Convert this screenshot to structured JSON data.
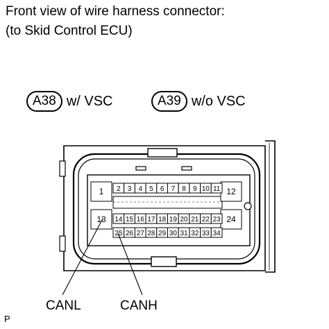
{
  "header": {
    "line1": "Front view of wire harness connector:",
    "line2": "(to Skid Control ECU)"
  },
  "variants": [
    {
      "code": "A38",
      "label": "w/ VSC"
    },
    {
      "code": "A39",
      "label": "w/o VSC"
    }
  ],
  "connector": {
    "big_pins": [
      "1",
      "12",
      "13",
      "24"
    ],
    "row1": [
      "2",
      "3",
      "4",
      "5",
      "6",
      "7",
      "8",
      "9",
      "10",
      "11"
    ],
    "row2": [
      "14",
      "15",
      "16",
      "17",
      "18",
      "19",
      "20",
      "21",
      "22",
      "23"
    ],
    "row3": [
      "25",
      "26",
      "27",
      "28",
      "29",
      "30",
      "31",
      "32",
      "33",
      "34"
    ]
  },
  "signals": {
    "canl": "CANL",
    "canh": "CANH"
  },
  "corner_mark": "P"
}
